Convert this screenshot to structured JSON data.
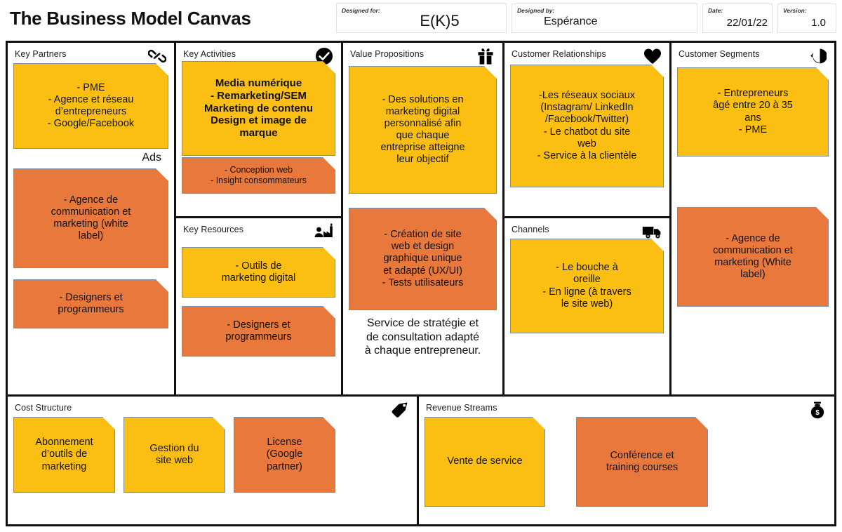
{
  "header": {
    "title": "The Business Model Canvas",
    "fields": [
      {
        "label": "Designed for:",
        "value": "E(K)5"
      },
      {
        "label": "Designed by:",
        "value": "Espérance"
      },
      {
        "label": "Date:",
        "value": "22/01/22"
      },
      {
        "label": "Version:",
        "value": "1.0"
      }
    ]
  },
  "colors": {
    "yellow": "#FBBF13",
    "orange": "#E8783C",
    "note_border": "#7b8ea8",
    "grid": "#111111"
  },
  "blocks": {
    "key_partners": {
      "title": "Key Partners",
      "icon": "chain-link-icon",
      "notes": [
        {
          "color": "yellow",
          "text": "-   PME\n-   Agence et réseau\nd’entrepreneurs\n-   Google/Facebook"
        },
        {
          "color": "orange",
          "text": "- Agence de\ncommunication et\nmarketing (white\nlabel)"
        },
        {
          "color": "orange",
          "text": "- Designers et\nprogrammeurs"
        }
      ],
      "trailing_text": "Ads"
    },
    "key_activities": {
      "title": "Key Activities",
      "icon": "check-circle-icon",
      "notes": [
        {
          "color": "yellow",
          "bold": true,
          "text": "Media numérique\n-   Remarketing/SEM\nMarketing de contenu\nDesign et image de\nmarque"
        },
        {
          "color": "orange",
          "small": true,
          "text": "-    Conception web\n-      Insight consommateurs"
        }
      ]
    },
    "key_resources": {
      "title": "Key Resources",
      "icon": "worker-factory-icon",
      "notes": [
        {
          "color": "yellow",
          "text": "-       Outils de\nmarketing digital"
        },
        {
          "color": "orange",
          "text": "- Designers et\nprogrammeurs"
        }
      ]
    },
    "value_propositions": {
      "title": "Value Propositions",
      "icon": "gift-icon",
      "notes": [
        {
          "color": "yellow",
          "text": "-   Des solutions en\nmarketing digital\npersonnalisé afin\nque chaque\nentreprise atteigne\nleur objectif"
        },
        {
          "color": "orange",
          "text": "-    Création de site\nweb et design\ngraphique unique\net adapté (UX/UI)\n-    Tests utilisateurs"
        }
      ],
      "plain_text": "Service de stratégie et\nde consultation adapté\nà chaque entrepreneur."
    },
    "customer_relationships": {
      "title": "Customer Relationships",
      "icon": "heart-icon",
      "notes": [
        {
          "color": "yellow",
          "text": "-Les réseaux sociaux\n(Instagram/ LinkedIn\n/Facebook/Twitter)\n- Le chatbot du site\nweb\n- Service à la clientèle"
        }
      ]
    },
    "channels": {
      "title": "Channels",
      "icon": "truck-icon",
      "notes": [
        {
          "color": "yellow",
          "text": "- Le bouche à\noreille\n- En ligne (à travers\nle site web)"
        }
      ]
    },
    "customer_segments": {
      "title": "Customer Segments",
      "icon": "person-head-icon",
      "notes": [
        {
          "color": "yellow",
          "text": "- Entrepreneurs\nâgé entre 20 à 35\nans\n- PME"
        },
        {
          "color": "orange",
          "text": "- Agence de\ncommunication et\nmarketing (White\nlabel)"
        }
      ]
    },
    "cost_structure": {
      "title": "Cost Structure",
      "icon": "price-tag-icon",
      "notes": [
        {
          "color": "yellow",
          "text": "Abonnement\nd’outils de\nmarketing"
        },
        {
          "color": "yellow",
          "text": "Gestion du\nsite web"
        },
        {
          "color": "orange",
          "text": "License\n(Google\npartner)"
        }
      ]
    },
    "revenue_streams": {
      "title": "Revenue Streams",
      "icon": "money-bag-icon",
      "notes": [
        {
          "color": "yellow",
          "text": "Vente de service"
        },
        {
          "color": "orange",
          "text": "Conférence et\ntraining courses"
        }
      ]
    }
  }
}
